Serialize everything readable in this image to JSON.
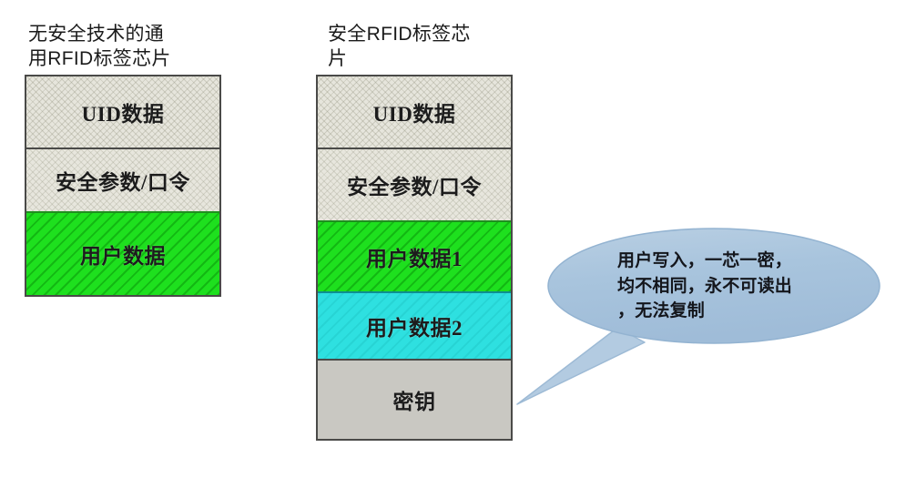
{
  "diagram": {
    "background_color": "#ffffff",
    "columns": [
      {
        "id": "generic-chip",
        "title": "无安全技术的通\n用RFID标签芯片",
        "blocks": [
          {
            "label": "UID数据",
            "fill": "#e6e5dc",
            "texture": "cross-hatch",
            "border": "#4a4a48"
          },
          {
            "label": "安全参数/口令",
            "fill": "#e7e6dd",
            "texture": "cross-hatch",
            "border": "#4a4a48"
          },
          {
            "label": "用户数据",
            "fill": "#1ee01e",
            "texture": "diagonal-hatch",
            "border": "#1f8f1f"
          }
        ]
      },
      {
        "id": "secure-chip",
        "title": "安全RFID标签芯\n片",
        "blocks": [
          {
            "label": "UID数据",
            "fill": "#e6e5dc",
            "texture": "cross-hatch",
            "border": "#4a4a48"
          },
          {
            "label": "安全参数/口令",
            "fill": "#e7e6dd",
            "texture": "cross-hatch",
            "border": "#4a4a48"
          },
          {
            "label": "用户数据1",
            "fill": "#1ee01e",
            "texture": "diagonal-hatch",
            "border": "#1f8f1f"
          },
          {
            "label": "用户数据2",
            "fill": "#2ee0e0",
            "texture": "diagonal-hatch",
            "border": "#0e8f90"
          },
          {
            "label": "密钥",
            "fill": "#c9c8c2",
            "texture": "solid",
            "border": "#4a4a48"
          }
        ]
      }
    ],
    "callout": {
      "text": "用户写入，一芯一密，\n均不相同，永不可读出\n，无法复制",
      "fill": "#a9c5de",
      "stroke": "#8fb2d0",
      "points_to": "密钥"
    }
  }
}
